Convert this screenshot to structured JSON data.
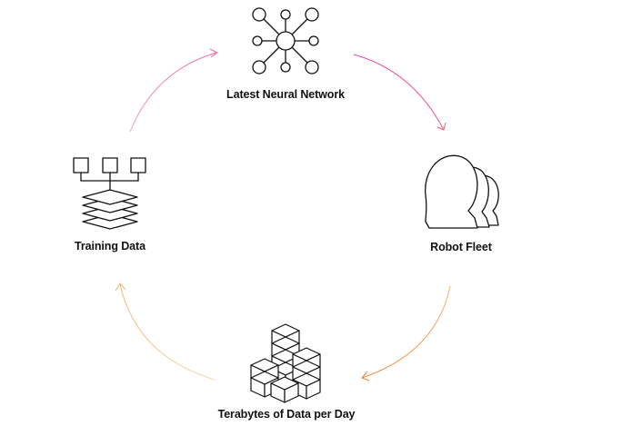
{
  "nodes": {
    "top": {
      "label": "Latest Neural Network",
      "icon": "neural-network-icon"
    },
    "right": {
      "label": "Robot Fleet",
      "icon": "robot-heads-icon"
    },
    "bottom": {
      "label": "Terabytes of Data per Day",
      "icon": "stacked-cubes-icon"
    },
    "left": {
      "label": "Training Data",
      "icon": "data-layers-icon"
    }
  },
  "colors": {
    "arrow_top_left": "#f06aa0",
    "arrow_top_right": "#e9459a",
    "arrow_bottom_right": "#f6a343",
    "arrow_bottom_left": "#f8c48c",
    "icon_stroke": "#111111"
  }
}
